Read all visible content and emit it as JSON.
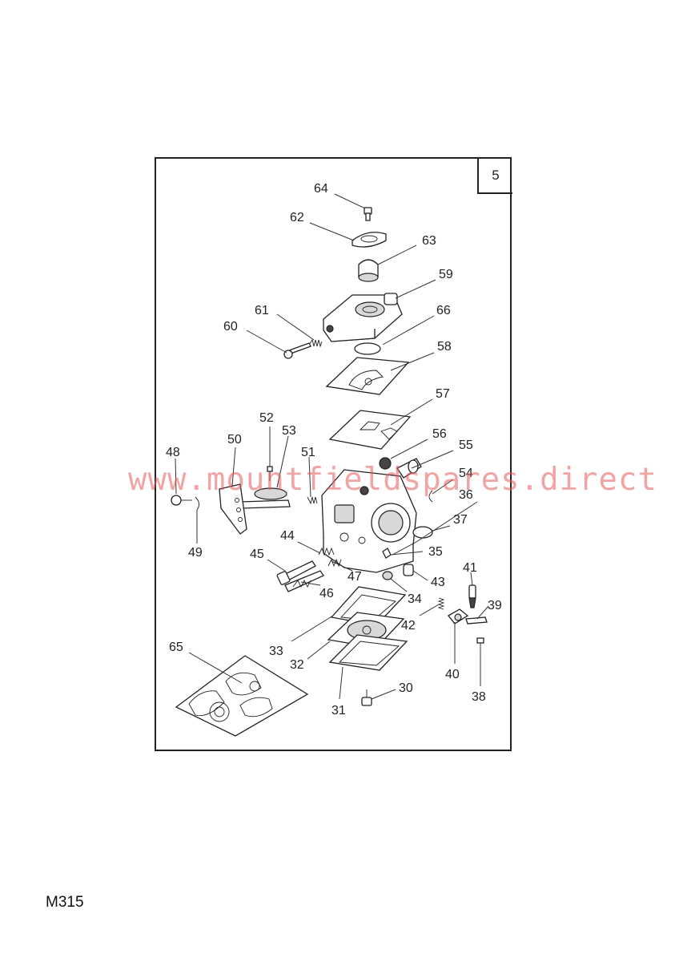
{
  "section_number": "5",
  "footer_code": "M315",
  "watermark_text": "www.mountfieldspares.direct",
  "callouts": [
    {
      "label": "64",
      "part": "screw-64"
    },
    {
      "label": "62",
      "part": "cover-62"
    },
    {
      "label": "63",
      "part": "primer-bulb-63"
    },
    {
      "label": "59",
      "part": "pump-cover-59"
    },
    {
      "label": "61",
      "part": "spring-61"
    },
    {
      "label": "60",
      "part": "screw-60"
    },
    {
      "label": "66",
      "part": "filter-66"
    },
    {
      "label": "58",
      "part": "gasket-58"
    },
    {
      "label": "57",
      "part": "diaphragm-57"
    },
    {
      "label": "52",
      "part": "screw-52"
    },
    {
      "label": "53",
      "part": "lever-53"
    },
    {
      "label": "50",
      "part": "lever-plate-50"
    },
    {
      "label": "56",
      "part": "plug-56"
    },
    {
      "label": "55",
      "part": "nozzle-55"
    },
    {
      "label": "48",
      "part": "screw-48"
    },
    {
      "label": "51",
      "part": "spring-51"
    },
    {
      "label": "54",
      "part": "clip-54"
    },
    {
      "label": "36",
      "part": "pin-36"
    },
    {
      "label": "37",
      "part": "welch-plug-37"
    },
    {
      "label": "49",
      "part": "clip-49"
    },
    {
      "label": "44",
      "part": "spring-44"
    },
    {
      "label": "45",
      "part": "needle-45"
    },
    {
      "label": "35",
      "part": "lever-35"
    },
    {
      "label": "47",
      "part": "spring-47"
    },
    {
      "label": "43",
      "part": "needle-valve-43"
    },
    {
      "label": "41",
      "part": "needle-41"
    },
    {
      "label": "46",
      "part": "needle-46"
    },
    {
      "label": "34",
      "part": "pin-34"
    },
    {
      "label": "42",
      "part": "spring-42"
    },
    {
      "label": "39",
      "part": "shaft-39"
    },
    {
      "label": "33",
      "part": "gasket-33"
    },
    {
      "label": "65",
      "part": "gasket-kit-65"
    },
    {
      "label": "32",
      "part": "diaphragm-32"
    },
    {
      "label": "40",
      "part": "lever-40"
    },
    {
      "label": "30",
      "part": "screw-30"
    },
    {
      "label": "38",
      "part": "screw-38"
    },
    {
      "label": "31",
      "part": "cover-31"
    }
  ]
}
